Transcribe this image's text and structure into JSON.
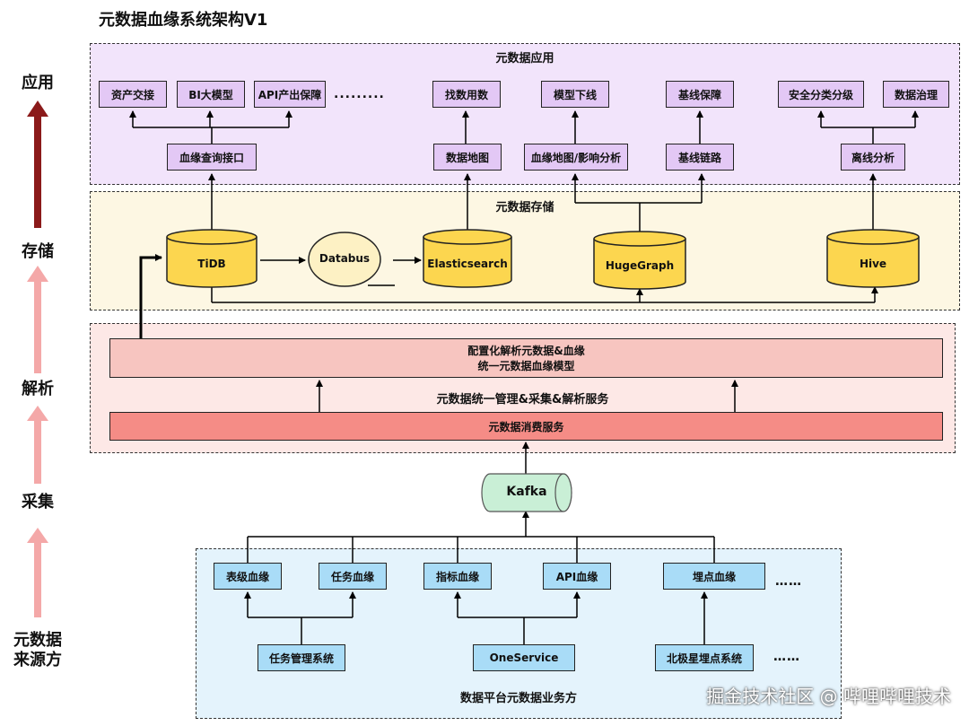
{
  "title": "元数据血缘系统架构V1",
  "layers": [
    "应用",
    "存储",
    "解析",
    "采集",
    "元数据\n来源方"
  ],
  "app_region": {
    "title": "元数据应用",
    "top_items": [
      "资产交接",
      "BI大模型",
      "API产出保障",
      "找数用数",
      "模型下线",
      "基线保障",
      "安全分类分级",
      "数据治理"
    ],
    "ellipsis": ".........",
    "mid_items": [
      "血缘查询接口",
      "数据地图",
      "血缘地图/影响分析",
      "基线链路",
      "离线分析"
    ]
  },
  "storage_region": {
    "title": "元数据存储",
    "dbs": [
      "TiDB",
      "Elasticsearch",
      "HugeGraph",
      "Hive"
    ],
    "databus": "Databus"
  },
  "parse_region": {
    "model_line1": "配置化解析元数据&血缘",
    "model_line2": "统一元数据血缘模型",
    "service_label": "元数据统一管理&采集&解析服务",
    "consume": "元数据消费服务"
  },
  "kafka": "Kafka",
  "source_region": {
    "title": "数据平台元数据业务方",
    "lineage": [
      "表级血缘",
      "任务血缘",
      "指标血缘",
      "API血缘",
      "埋点血缘"
    ],
    "systems": [
      "任务管理系统",
      "OneService",
      "北极星埋点系统"
    ],
    "ellipsis1": "……",
    "ellipsis2": "……"
  },
  "watermark": "掘金技术社区 @ 哔哩哔哩技术",
  "colors": {
    "app_bg": "#f2e4fb",
    "storage_bg": "#fdf7e3",
    "parse_bg": "#fde8e6",
    "source_bg": "#e4f3fc",
    "db_fill": "#fcd64f",
    "kafka_fill": "#c9efd6",
    "arrow_dark": "#8b1a1a",
    "arrow_light": "#f4a8a8"
  }
}
